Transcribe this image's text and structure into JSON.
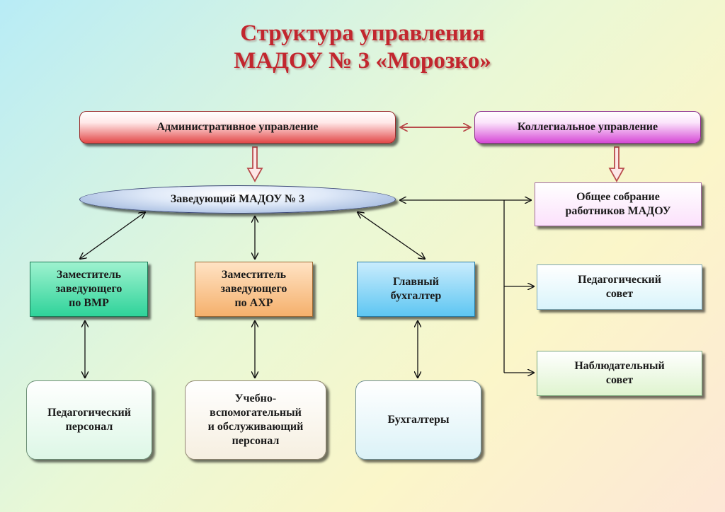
{
  "title": {
    "line1": "Структура управления",
    "line2": "МАДОУ № 3 «Морозко»"
  },
  "boxes": {
    "admin": "Административное  управление",
    "collegial": "Коллегиальное  управление",
    "head": "Заведующий МАДОУ № 3",
    "general_meeting": "Общее собрание\nработников МАДОУ",
    "deputy_vmr": "Заместитель\nзаведующего\nпо ВМР",
    "deputy_axr": "Заместитель\nзаведующего\nпо АХР",
    "chief_accountant": "Главный\nбухгалтер",
    "ped_council": "Педагогический\nсовет",
    "supervisory_board": "Наблюдательный\nсовет",
    "ped_staff": "Педагогический\nперсонал",
    "support_staff": "Учебно-\nвспомогательный\nи обслуживающий\nперсонал",
    "accountants": "Бухгалтеры"
  },
  "colors": {
    "title": "#c2262e",
    "arrow_red": "#b84b4b",
    "connector": "#111111"
  }
}
